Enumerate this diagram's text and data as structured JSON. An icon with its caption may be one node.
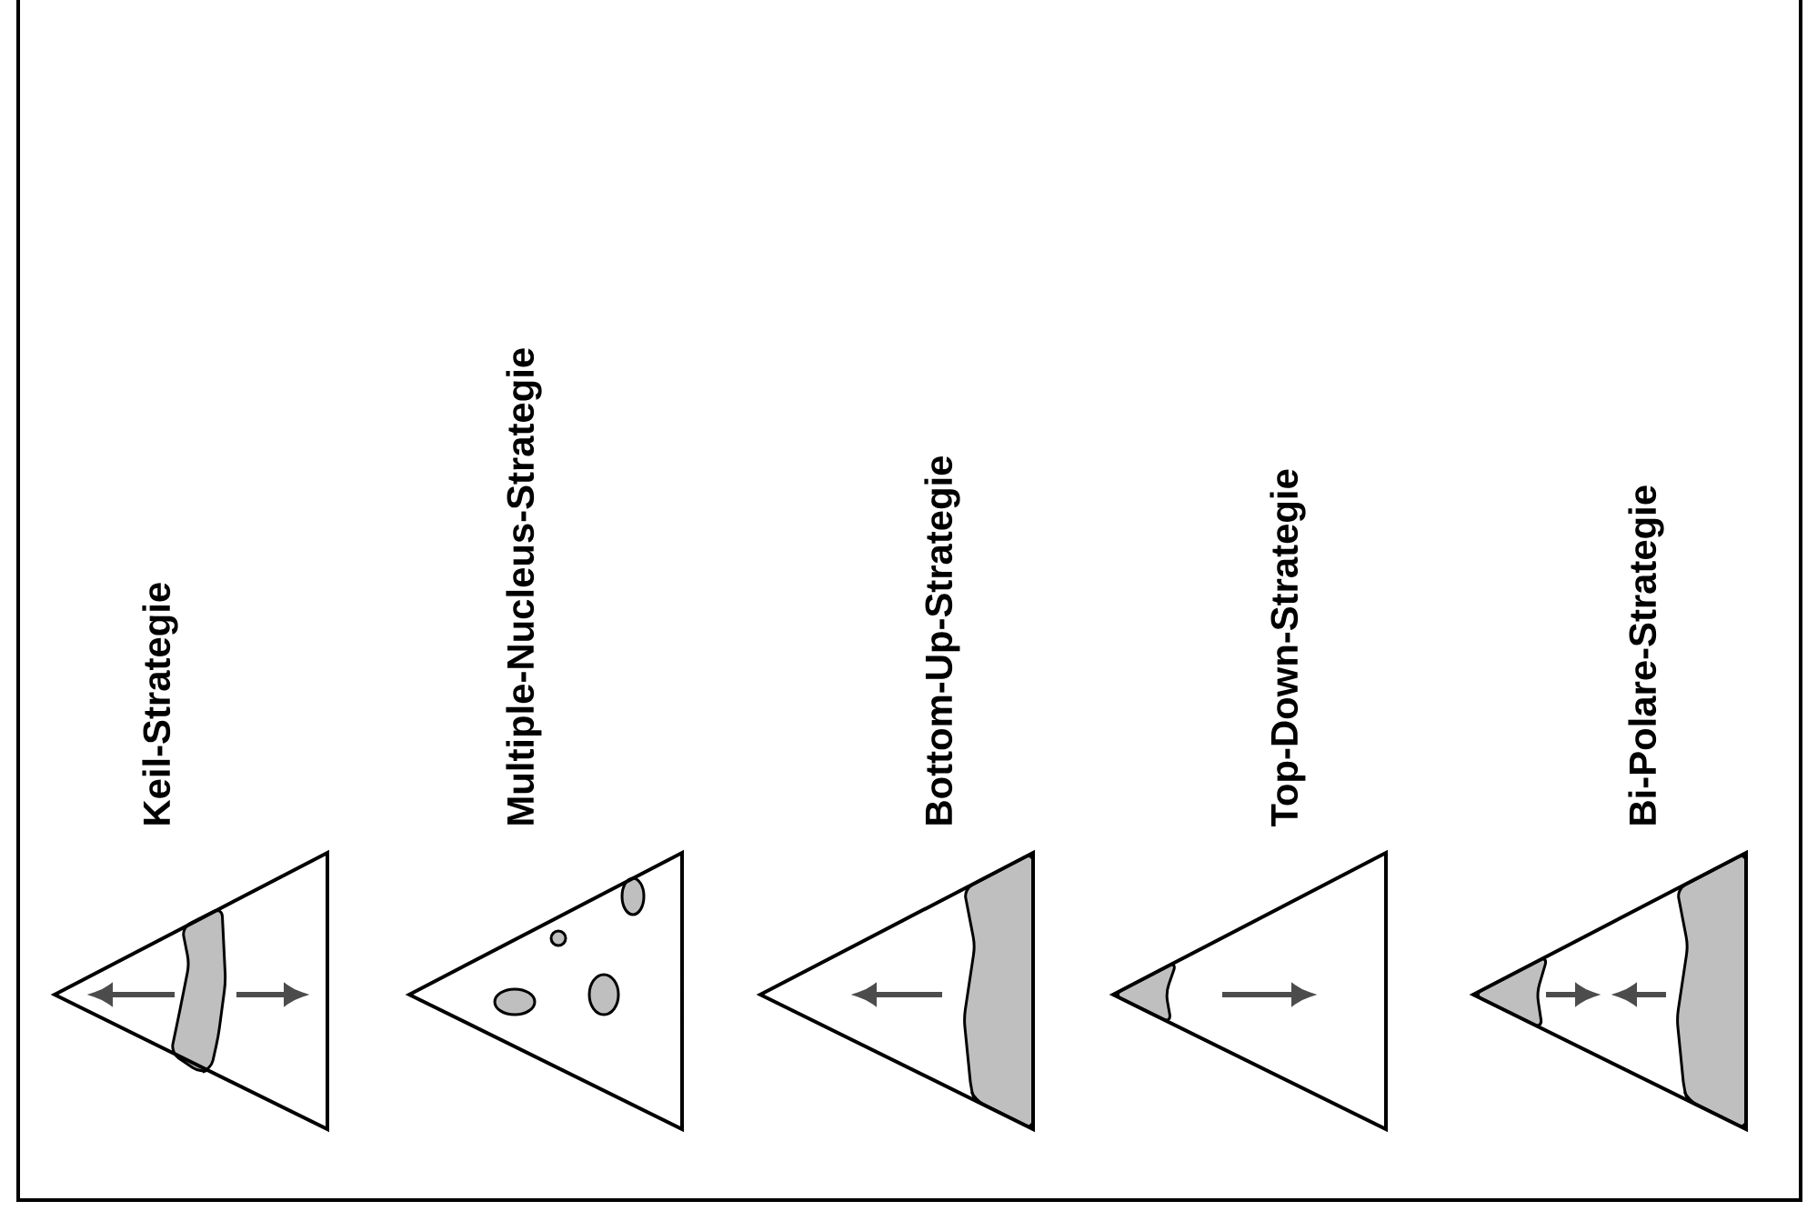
{
  "diagram": {
    "labels": [
      "Keil-Strategie",
      "Multiple-Nucleus-Strategie",
      "Bottom-Up-Strategie",
      "Top-Down-Strategie",
      "Bi-Polare-Strategie"
    ]
  }
}
